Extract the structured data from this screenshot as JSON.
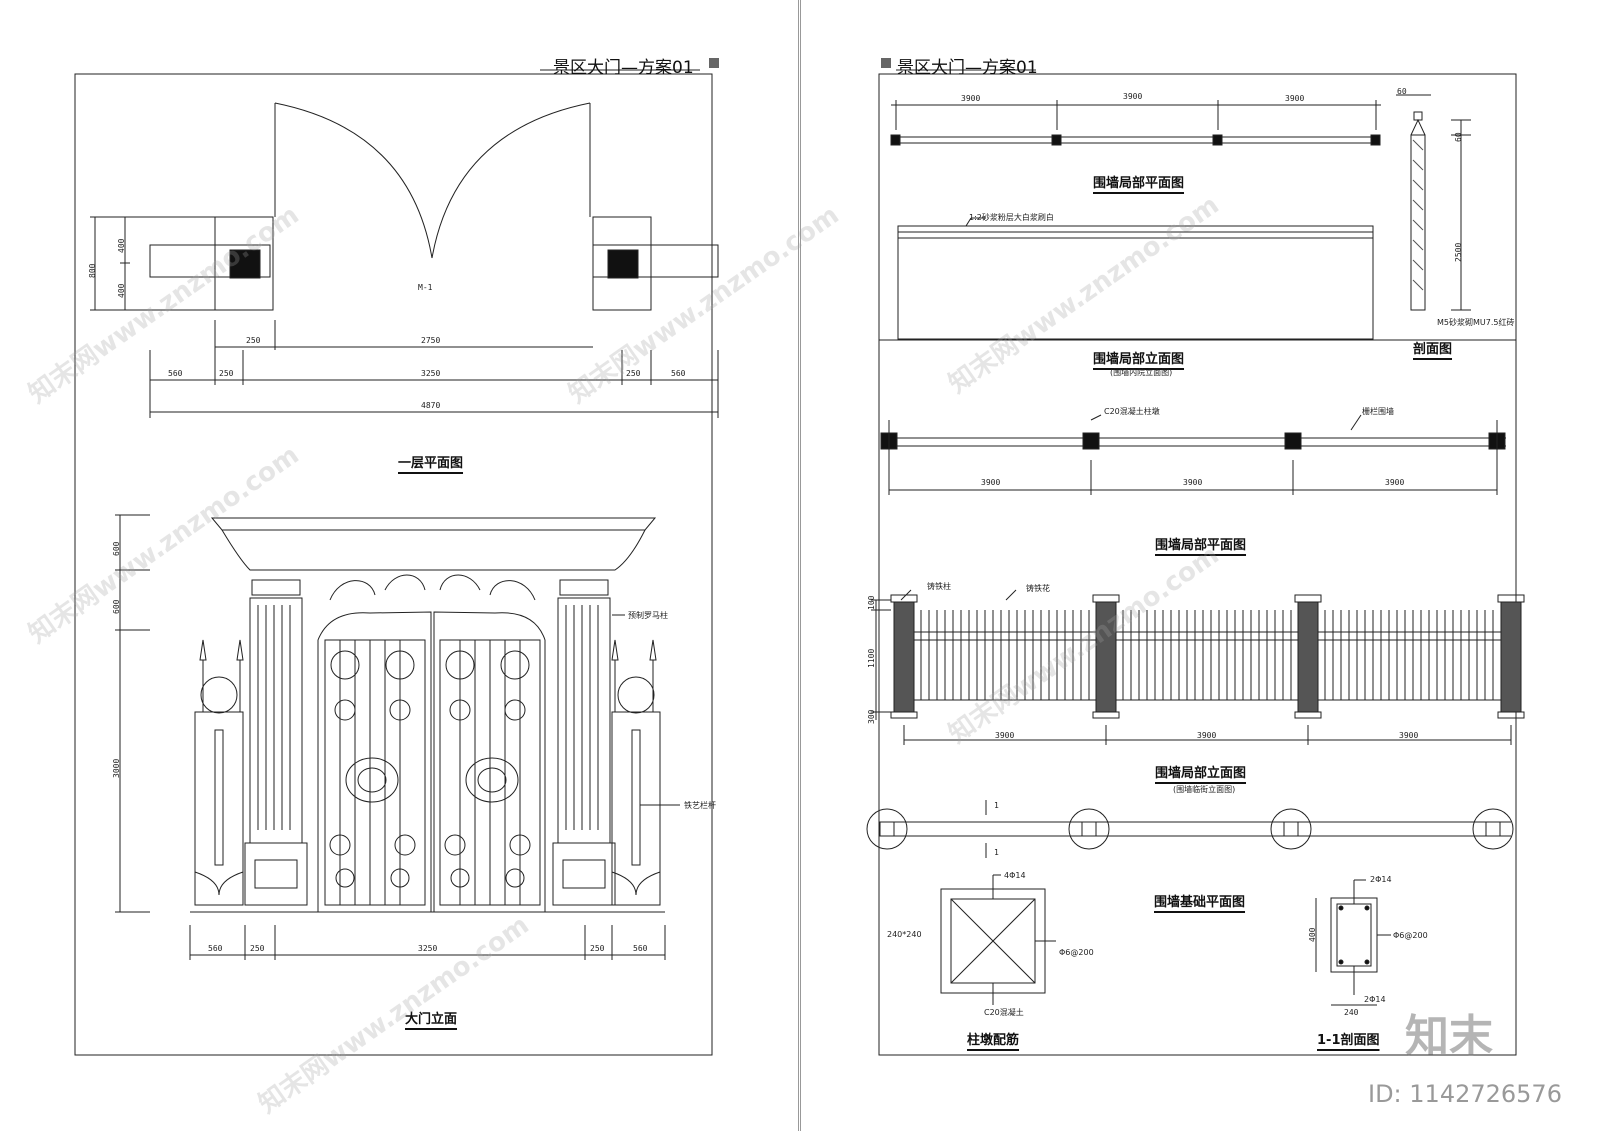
{
  "left": {
    "title": "景区大门—方案01",
    "plan_caption": "一层平面图",
    "elevation_caption": "大门立面",
    "door_tag": "M-1",
    "plan_vdims": [
      "800",
      "400",
      "400"
    ],
    "plan_dims_row1": [
      "250",
      "2750"
    ],
    "plan_dims_row2": [
      "560",
      "250",
      "3250",
      "250",
      "560"
    ],
    "plan_total": "4870",
    "elev_vdims": [
      "600",
      "600",
      "3000"
    ],
    "elev_dims": [
      "560",
      "250",
      "3250",
      "250",
      "560"
    ],
    "note_column": "预制罗马柱",
    "note_railing": "铁艺栏杆"
  },
  "right": {
    "title": "景区大门—方案01",
    "plan1_dims": [
      "3900",
      "3900",
      "3900"
    ],
    "plan1_caption": "围墙局部平面图",
    "wall_note": "1:2砂浆粉层大白浆刷白",
    "elev1_caption": "围墙局部立面图",
    "elev1_sub": "(围墙内院立面图)",
    "section_dims": [
      "60",
      "60",
      "2500"
    ],
    "section_note": "M5砂浆砌MU7.5红砖",
    "section_caption": "剖面图",
    "plan2_note_a": "C20混凝土柱墩",
    "plan2_note_b": "栅栏围墙",
    "plan2_dims": [
      "3900",
      "3900",
      "3900"
    ],
    "plan2_caption": "围墙局部平面图",
    "fence_note_a": "铸铁柱",
    "fence_note_b": "铸铁花",
    "fence_vdims": [
      "100",
      "1100",
      "300"
    ],
    "fence_dims": [
      "3900",
      "3900",
      "3900"
    ],
    "elev2_caption": "围墙局部立面图",
    "elev2_sub": "(围墙临街立面图)",
    "section_mark": "1",
    "found_caption": "围墙基础平面图",
    "pier_rebar_top": "4Φ14",
    "pier_size": "240*240",
    "pier_stirrup": "Φ6@200",
    "pier_concrete": "C20混凝土",
    "pier_caption": "柱墩配筋",
    "sec11_top": "2Φ14",
    "sec11_stirrup": "Φ6@200",
    "sec11_bottom": "2Φ14",
    "sec11_h": "400",
    "sec11_w": "240",
    "sec11_caption": "1-1剖面图"
  },
  "watermark": {
    "text": "知末网www.znzmo.com",
    "brand": "知末",
    "id": "ID: 1142726576"
  }
}
